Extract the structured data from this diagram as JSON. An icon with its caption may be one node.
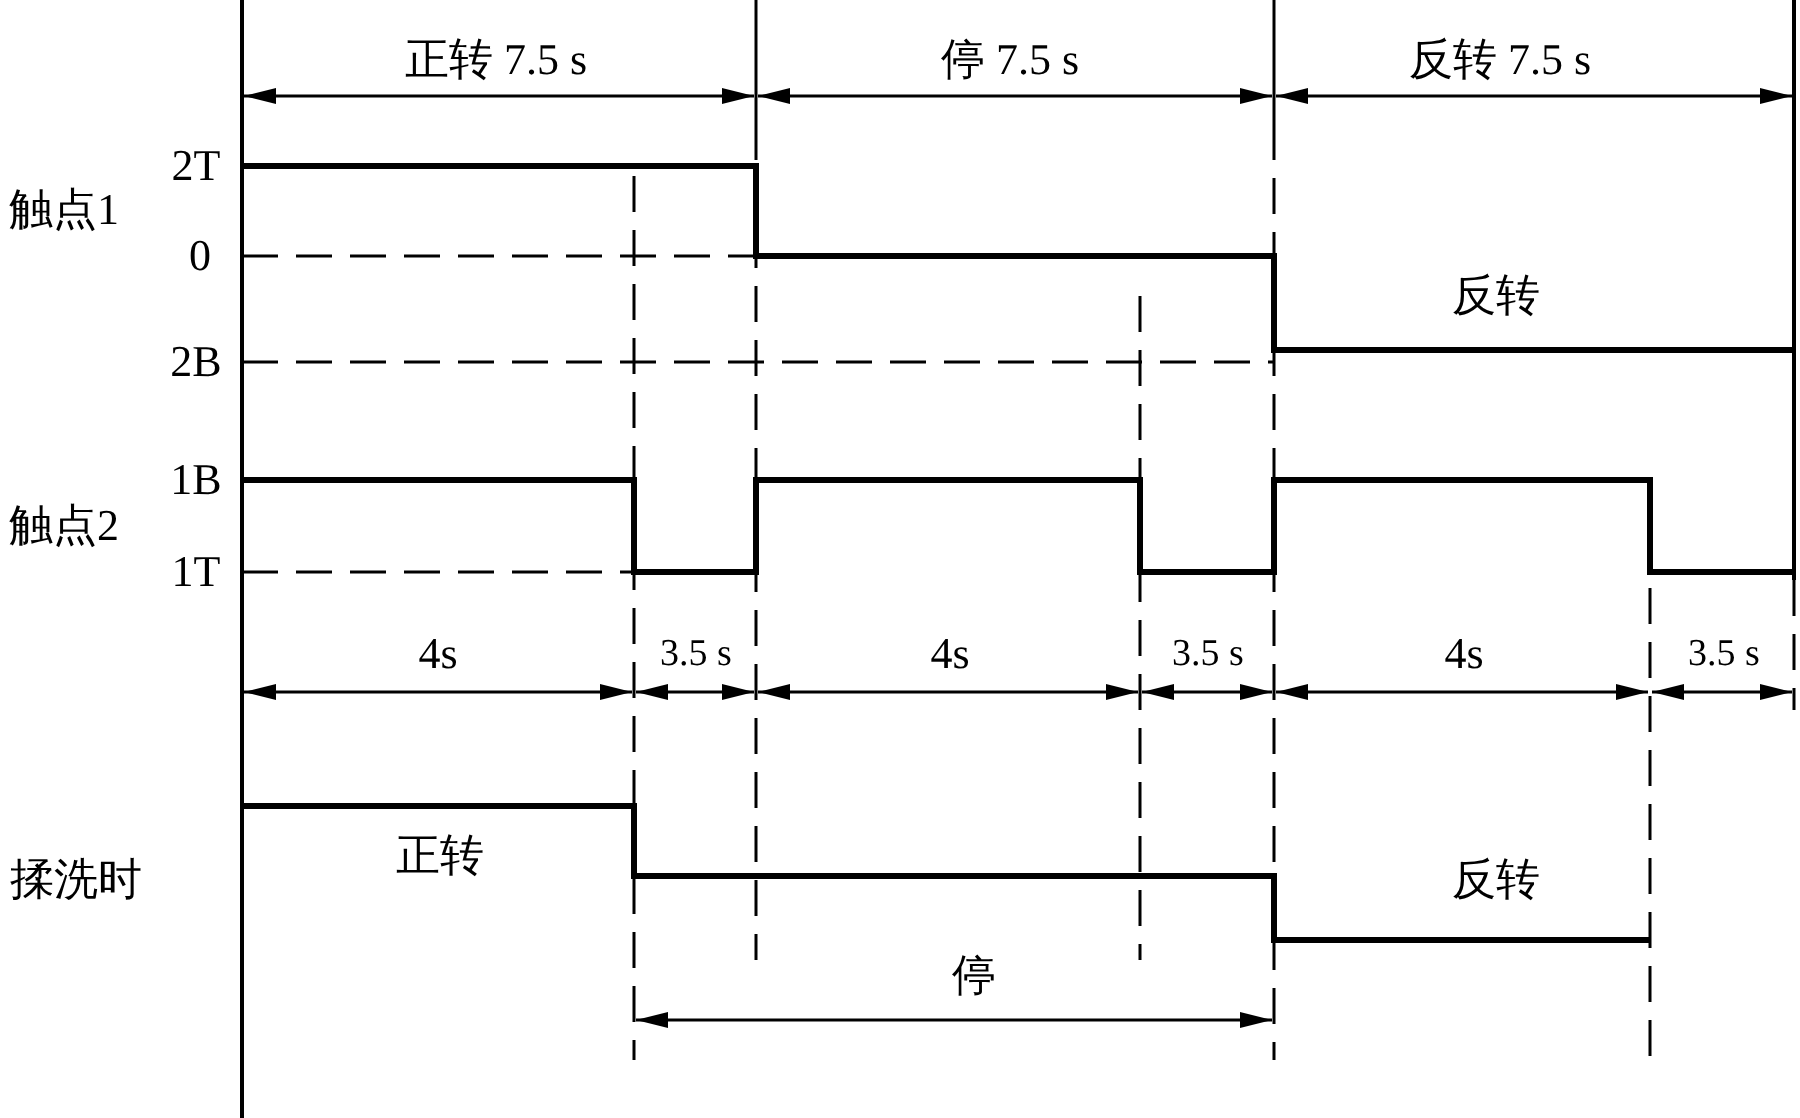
{
  "diagram": {
    "labels": [
      "正转 7.5 s",
      "停 7.5 s",
      "反转 7.5 s",
      "2T",
      "触点1",
      "0",
      "反转",
      "2B",
      "1B",
      "触点2",
      "1T",
      "4s",
      "3.5 s",
      "4s",
      "3.5 s",
      "4s",
      "3.5 s",
      "揉洗时",
      "正转",
      "反转",
      "停"
    ]
  }
}
